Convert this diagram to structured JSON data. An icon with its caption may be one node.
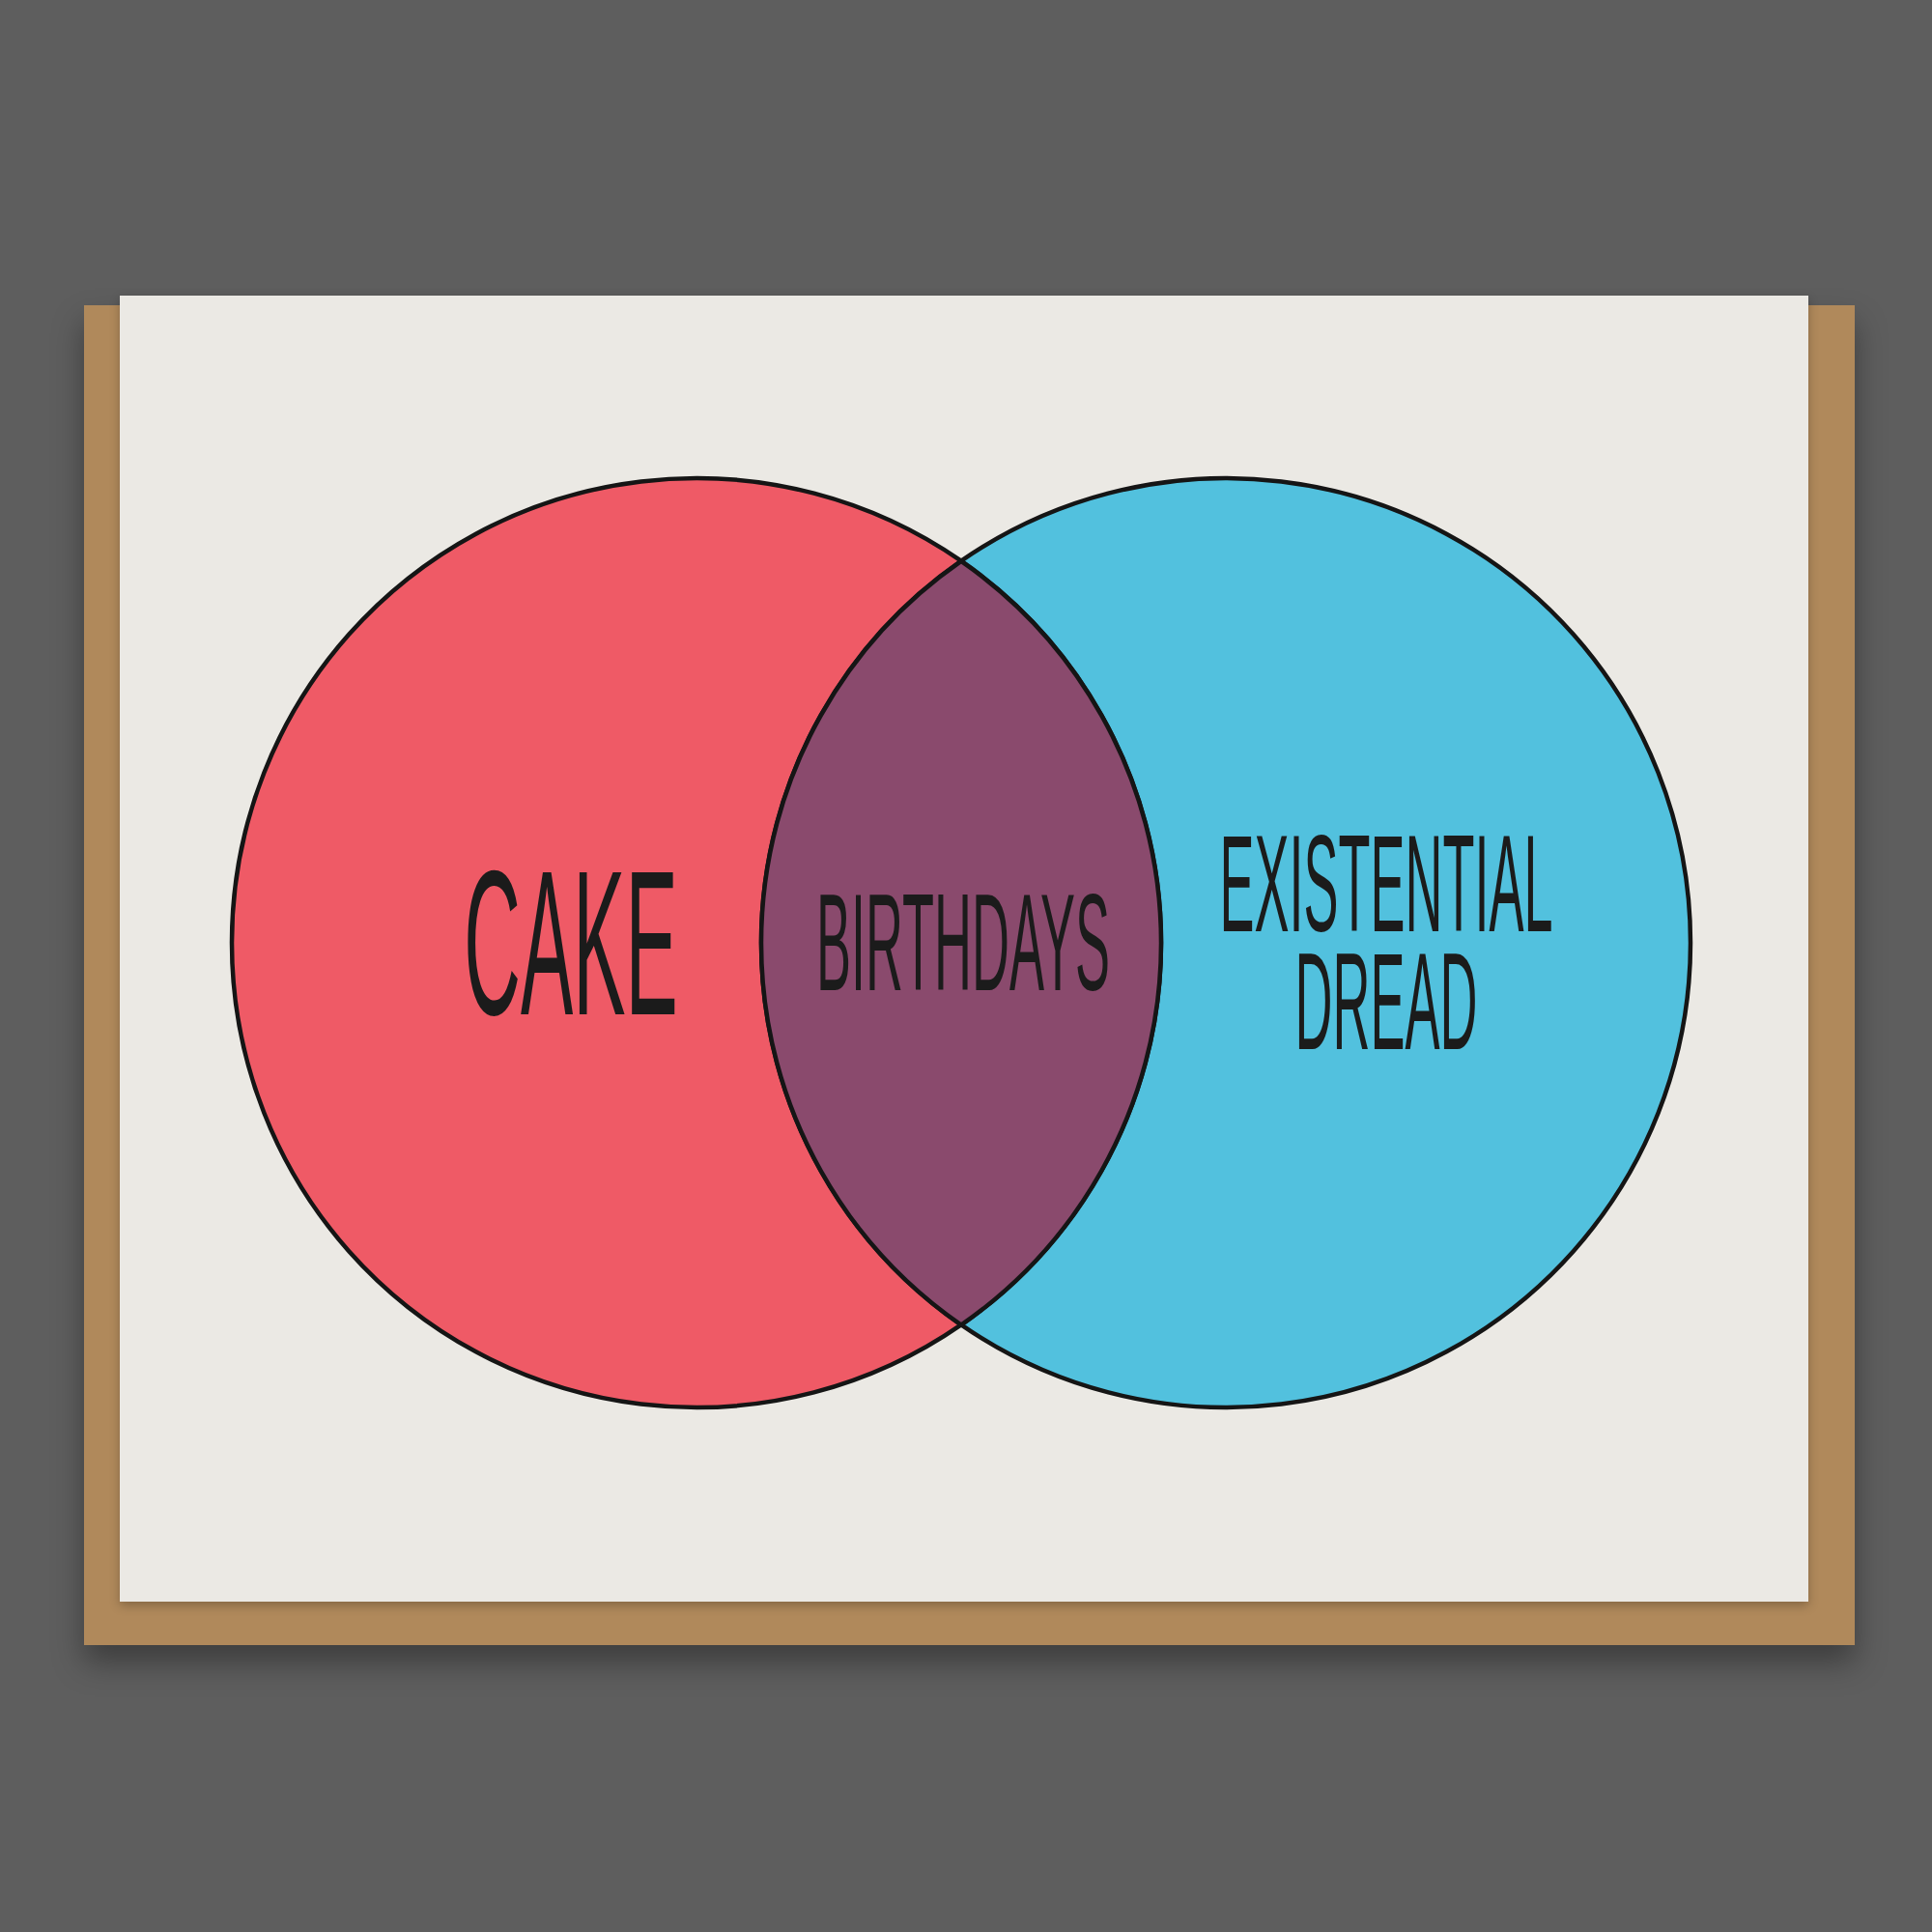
{
  "diagram": {
    "nodes": [
      {
        "text": [
          "CAKE"
        ]
      },
      {
        "text": [
          "BIRTHDAYS"
        ]
      },
      {
        "text": [
          "EXISTENTIAL DREAD"
        ]
      }
    ]
  }
}
